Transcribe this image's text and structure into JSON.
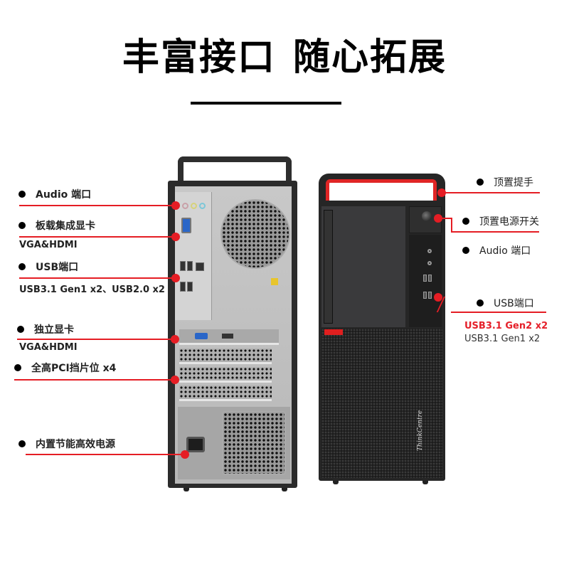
{
  "headline": {
    "part1": "丰富接口",
    "part2": "随心拓展"
  },
  "left_labels": [
    {
      "title": "Audio 端口",
      "sub": ""
    },
    {
      "title": "板载集成显卡",
      "sub": "VGA&HDMI"
    },
    {
      "title": "USB端口",
      "sub": "USB3.1 Gen1 x2、USB2.0 x2"
    },
    {
      "title": "独立显卡",
      "sub": "VGA&HDMI"
    },
    {
      "title": "全高PCI挡片位 x4",
      "sub": ""
    },
    {
      "title": "内置节能高效电源",
      "sub": ""
    }
  ],
  "right_labels": [
    {
      "title": "顶置提手"
    },
    {
      "title": "顶置电源开关"
    },
    {
      "title": "Audio 端口"
    },
    {
      "title": "USB端口",
      "sub_highlight": "USB3.1 Gen2 x2",
      "sub": "USB3.1 Gen1 x2"
    }
  ],
  "product": {
    "brand_logo": "ThinkCentre",
    "views": [
      "rear-view",
      "front-view"
    ]
  },
  "colors": {
    "accent_red": "#e51d24",
    "tower_black": "#262626",
    "text": "#222222"
  },
  "icons": {
    "bullet": "filled-circle",
    "callout_marker": "red-dot"
  }
}
